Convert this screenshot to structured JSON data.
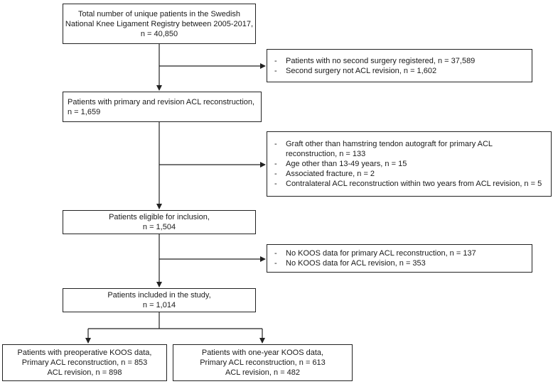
{
  "boxes": {
    "total": {
      "lines": [
        "Total number of unique patients in the Swedish",
        "National Knee Ligament Registry between 2005-2017,",
        "n = 40,850"
      ]
    },
    "exclusion1": {
      "items": [
        [
          "Patients with no second surgery registered, n = 37,589"
        ],
        [
          "Second surgery not ACL revision, n = 1,602"
        ]
      ]
    },
    "primary_revision": {
      "lines": [
        "Patients with primary and revision ACL reconstruction,",
        "n = 1,659"
      ]
    },
    "exclusion2": {
      "items": [
        [
          "Graft other than hamstring tendon autograft for primary ACL",
          "reconstruction, n = 133"
        ],
        [
          "Age other than 13-49 years, n = 15"
        ],
        [
          "Associated fracture, n = 2"
        ],
        [
          "Contralateral ACL reconstruction within two years from ACL revision, n = 5"
        ]
      ]
    },
    "eligible": {
      "lines": [
        "Patients eligible for inclusion,",
        "n = 1,504"
      ]
    },
    "exclusion3": {
      "items": [
        [
          "No KOOS data for primary ACL reconstruction, n = 137"
        ],
        [
          "No KOOS data for ACL revision, n = 353"
        ]
      ]
    },
    "included": {
      "lines": [
        "Patients included in the study,",
        "n = 1,014"
      ]
    },
    "preoperative": {
      "lines": [
        "Patients with preoperative KOOS data,",
        "Primary ACL reconstruction, n = 853",
        "ACL revision, n = 898"
      ]
    },
    "one_year": {
      "lines": [
        "Patients with one-year KOOS data,",
        "Primary ACL reconstruction, n = 613",
        "ACL revision, n = 482"
      ]
    }
  },
  "dash": "-"
}
